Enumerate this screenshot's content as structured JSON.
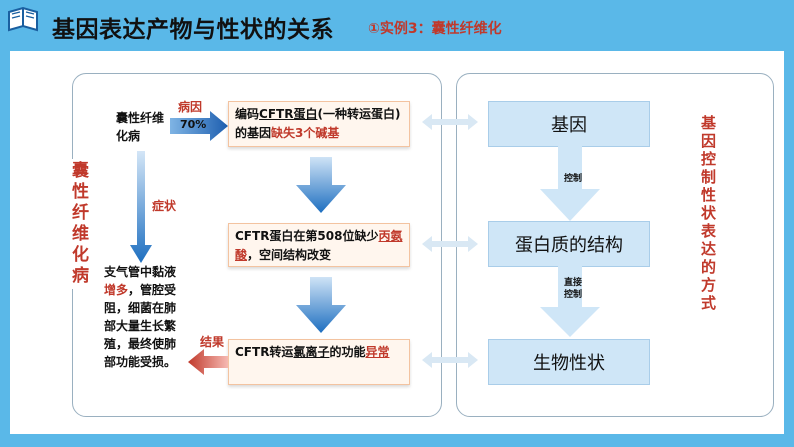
{
  "header": {
    "title": "基因表达产物与性状的关系",
    "subtitle": "①实例3：囊性纤维化"
  },
  "left": {
    "disease_label": "囊性纤维化病",
    "disease_vertical": "囊性纤维化病",
    "cause_label": "病因",
    "cause_pct": "70%",
    "symptom_label": "症状",
    "result_label": "结果",
    "symptoms_text_1": "支气管中黏液",
    "symptoms_text_1b": "增多",
    "symptoms_text_2": "，管腔受阻，细菌在肺部大量生长繁殖，最终使肺部功能受损。",
    "box1_a": "编码",
    "box1_b": "CFTR蛋白",
    "box1_c": "(一种转运蛋白)的基因",
    "box1_d": "缺失3个碱基",
    "box2_a": "CFTR蛋白在第508位缺少",
    "box2_b": "丙氨酸",
    "box2_c": "，空间结构改变",
    "box3_a": "CFTR转运",
    "box3_b": "氯离子",
    "box3_c": "的功能",
    "box3_d": "异常"
  },
  "right": {
    "gene": "基因",
    "control": "控制",
    "protein": "蛋白质的结构",
    "direct_control_1": "直接",
    "direct_control_2": "控制",
    "trait": "生物性状",
    "vertical_label": "基因控制性状表达的方式"
  },
  "colors": {
    "bg_blue": "#5ab8e8",
    "red": "#c0392b",
    "gene_box": "#cfe6f7",
    "left_box": "#fff6ee",
    "arrow_blue": "#1e6fc0"
  }
}
